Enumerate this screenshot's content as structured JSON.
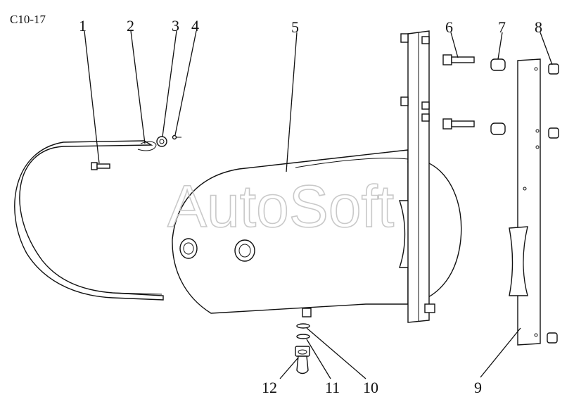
{
  "figure_code": "C10-17",
  "watermark": "AutoSoft",
  "callouts": [
    "1",
    "2",
    "3",
    "4",
    "5",
    "6",
    "7",
    "8",
    "9",
    "10",
    "11",
    "12"
  ]
}
